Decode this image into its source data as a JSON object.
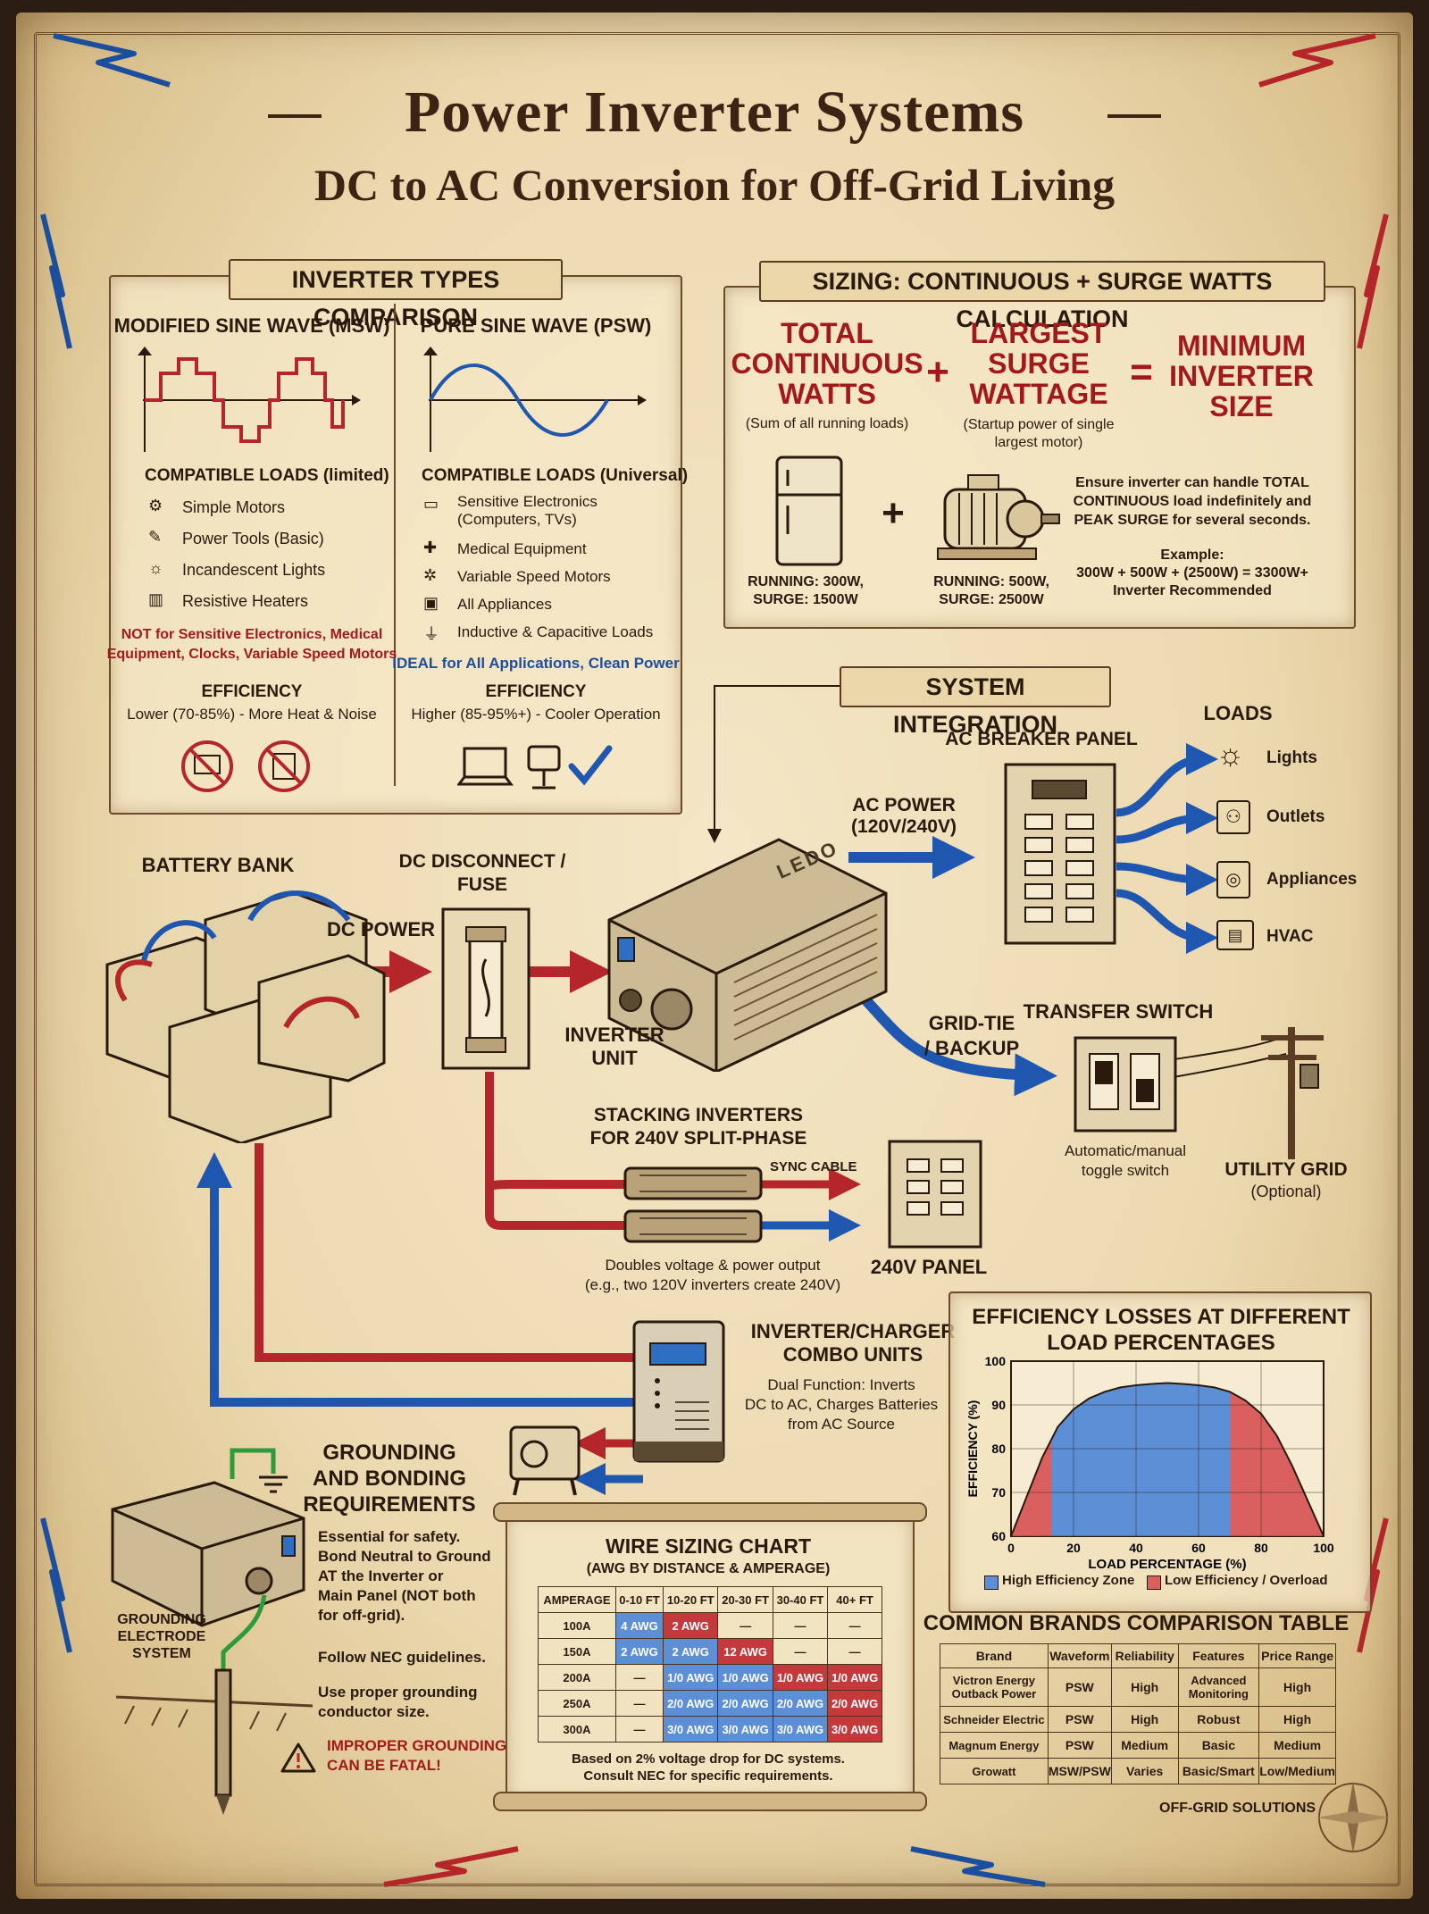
{
  "title": "Power Inverter Systems",
  "subtitle": "DC to AC Conversion for Off-Grid Living",
  "inverter_types": {
    "banner": "INVERTER TYPES COMPARISON",
    "msw": {
      "heading": "MODIFIED SINE WAVE (MSW)",
      "loads_heading": "COMPATIBLE LOADS (limited)",
      "loads": [
        "Simple Motors",
        "Power Tools (Basic)",
        "Incandescent Lights",
        "Resistive Heaters"
      ],
      "warning": [
        "NOT for Sensitive Electronics, Medical",
        "Equipment, Clocks, Variable Speed Motors"
      ],
      "efficiency_label": "EFFICIENCY",
      "efficiency": "Lower (70-85%) - More Heat & Noise"
    },
    "psw": {
      "heading": "PURE SINE WAVE (PSW)",
      "loads_heading": "COMPATIBLE LOADS (Universal)",
      "loads": [
        "Sensitive Electronics",
        "Medical Equipment",
        "Variable Speed Motors",
        "All Appliances",
        "Inductive & Capacitive Loads"
      ],
      "loads_sub": "(Computers, TVs)",
      "ideal": "IDEAL for All Applications, Clean Power",
      "efficiency_label": "EFFICIENCY",
      "efficiency": "Higher (85-95%+) - Cooler Operation"
    }
  },
  "sizing": {
    "banner": "SIZING: CONTINUOUS + SURGE WATTS CALCULATION",
    "term1": [
      "TOTAL",
      "CONTINUOUS",
      "WATTS"
    ],
    "term1_note": "(Sum of all running loads)",
    "plus": "+",
    "term2": [
      "LARGEST",
      "SURGE",
      "WATTAGE"
    ],
    "term2_note": [
      "(Startup power of single",
      "largest motor)"
    ],
    "equals": "=",
    "result": [
      "MINIMUM",
      "INVERTER",
      "SIZE"
    ],
    "fridge_spec": [
      "RUNNING: 300W,",
      "SURGE: 1500W"
    ],
    "motor_spec": [
      "RUNNING: 500W,",
      "SURGE: 2500W"
    ],
    "note": [
      "Ensure inverter can handle TOTAL",
      "CONTINUOUS load indefinitely and",
      "PEAK SURGE for several seconds."
    ],
    "example": [
      "Example:",
      "300W + 500W + (2500W) = 3300W+",
      "Inverter Recommended"
    ]
  },
  "system": {
    "banner": "SYSTEM INTEGRATION",
    "battery_bank": "BATTERY BANK",
    "dc_power": "DC POWER",
    "dc_disconnect": [
      "DC DISCONNECT /",
      "FUSE"
    ],
    "inverter_unit": [
      "INVERTER",
      "UNIT"
    ],
    "inverter_brand": "LEDO",
    "ac_power": [
      "AC POWER",
      "(120V/240V)"
    ],
    "ac_breaker_panel": "AC BREAKER PANEL",
    "loads_heading": "LOADS",
    "loads": [
      "Lights",
      "Outlets",
      "Appliances",
      "HVAC"
    ],
    "grid_tie": [
      "GRID-TIE",
      "/ BACKUP"
    ],
    "transfer_switch": "TRANSFER SWITCH",
    "transfer_note": [
      "Automatic/manual",
      "toggle switch"
    ],
    "utility_grid": [
      "UTILITY GRID",
      "(Optional)"
    ],
    "stacking": [
      "STACKING INVERTERS",
      "FOR 240V SPLIT-PHASE"
    ],
    "sync_cable": "SYNC CABLE",
    "stacking_note": [
      "Doubles voltage & power output",
      "(e.g., two 120V inverters create 240V)"
    ],
    "panel_240": "240V PANEL",
    "combo": [
      "INVERTER/CHARGER",
      "COMBO UNITS"
    ],
    "combo_note": [
      "Dual Function: Inverts",
      "DC to AC, Charges Batteries",
      "from AC Source"
    ]
  },
  "grounding": {
    "title": [
      "GROUNDING",
      "AND BONDING",
      "REQUIREMENTS"
    ],
    "body": [
      "Essential for safety.",
      "Bond Neutral to Ground",
      "AT the Inverter or",
      "Main Panel (NOT both",
      "for off-grid)."
    ],
    "nec": "Follow NEC guidelines.",
    "size": [
      "Use proper grounding",
      "conductor size."
    ],
    "warning": [
      "IMPROPER GROUNDING",
      "CAN BE FATAL!"
    ],
    "electrode": [
      "GROUNDING",
      "ELECTRODE",
      "SYSTEM"
    ]
  },
  "wire_chart": {
    "title": "WIRE SIZING CHART",
    "subtitle": "(AWG BY DISTANCE & AMPERAGE)",
    "headers": [
      "AMPERAGE",
      "0-10 FT",
      "10-20 FT",
      "20-30 FT",
      "30-40 FT",
      "40+ FT"
    ],
    "rows": [
      [
        "100A",
        "4 AWG",
        "2 AWG",
        "—",
        "—",
        "—"
      ],
      [
        "150A",
        "2 AWG",
        "2 AWG",
        "12 AWG",
        "—",
        "—"
      ],
      [
        "200A",
        "—",
        "1/0 AWG",
        "1/0 AWG",
        "1/0 AWG",
        "1/0 AWG"
      ],
      [
        "250A",
        "—",
        "2/0 AWG",
        "2/0 AWG",
        "2/0 AWG",
        "2/0 AWG"
      ],
      [
        "300A",
        "—",
        "3/0 AWG",
        "3/0 AWG",
        "3/0 AWG",
        "3/0 AWG"
      ]
    ],
    "cell_colors": [
      [
        "",
        "b",
        "r",
        "",
        "",
        ""
      ],
      [
        "",
        "b",
        "b",
        "r",
        "",
        ""
      ],
      [
        "",
        "",
        "b",
        "b",
        "r",
        "r"
      ],
      [
        "",
        "",
        "b",
        "b",
        "b",
        "r"
      ],
      [
        "",
        "",
        "b",
        "b",
        "b",
        "r"
      ]
    ],
    "footnote": [
      "Based on 2% voltage drop for DC systems.",
      "Consult NEC for specific requirements."
    ]
  },
  "chart_data": {
    "type": "area",
    "title": "EFFICIENCY LOSSES AT DIFFERENT LOAD PERCENTAGES",
    "xlabel": "LOAD PERCENTAGE (%)",
    "ylabel": "EFFICIENCY (%)",
    "xlim": [
      0,
      100
    ],
    "ylim": [
      60,
      100
    ],
    "xticks": [
      0,
      20,
      40,
      60,
      80,
      100
    ],
    "yticks": [
      60,
      70,
      80,
      90,
      100
    ],
    "x": [
      0,
      5,
      10,
      15,
      20,
      25,
      30,
      35,
      40,
      45,
      50,
      55,
      60,
      65,
      70,
      75,
      80,
      85,
      90,
      95,
      100
    ],
    "y": [
      60,
      69,
      78,
      85,
      89,
      91.5,
      93,
      94,
      94.5,
      94.8,
      95,
      94.8,
      94.5,
      94,
      93,
      91,
      88,
      83,
      76,
      68,
      60
    ],
    "zones": [
      {
        "name": "Low Efficiency / Overload",
        "from": 0,
        "to": 13,
        "color": "#d9605e"
      },
      {
        "name": "High Efficiency Zone",
        "from": 13,
        "to": 70,
        "color": "#5d8fd6"
      },
      {
        "name": "Low Efficiency / Overload",
        "from": 70,
        "to": 100,
        "color": "#d9605e"
      }
    ],
    "legend": [
      "High Efficiency Zone",
      "Low Efficiency / Overload"
    ],
    "grid": true
  },
  "brands": {
    "title": "COMMON BRANDS COMPARISON TABLE",
    "headers": [
      "Brand",
      "Waveform",
      "Reliability",
      "Features",
      "Price Range"
    ],
    "rows": [
      [
        "Victron Energy\nOutback Power",
        "PSW",
        "High",
        "Advanced\nMonitoring",
        "High"
      ],
      [
        "Schneider Electric",
        "PSW",
        "High",
        "Robust",
        "High"
      ],
      [
        "Magnum Energy",
        "PSW",
        "Medium",
        "Basic",
        "Medium"
      ],
      [
        "Growatt",
        "MSW/PSW",
        "Varies",
        "Basic/Smart",
        "Low/Medium"
      ]
    ]
  },
  "footer": "OFF-GRID SOLUTIONS",
  "colors": {
    "dc": "#b5262a",
    "ac": "#1f56b0",
    "ink": "#2a1a0e",
    "paper": "#f1e2bf"
  }
}
